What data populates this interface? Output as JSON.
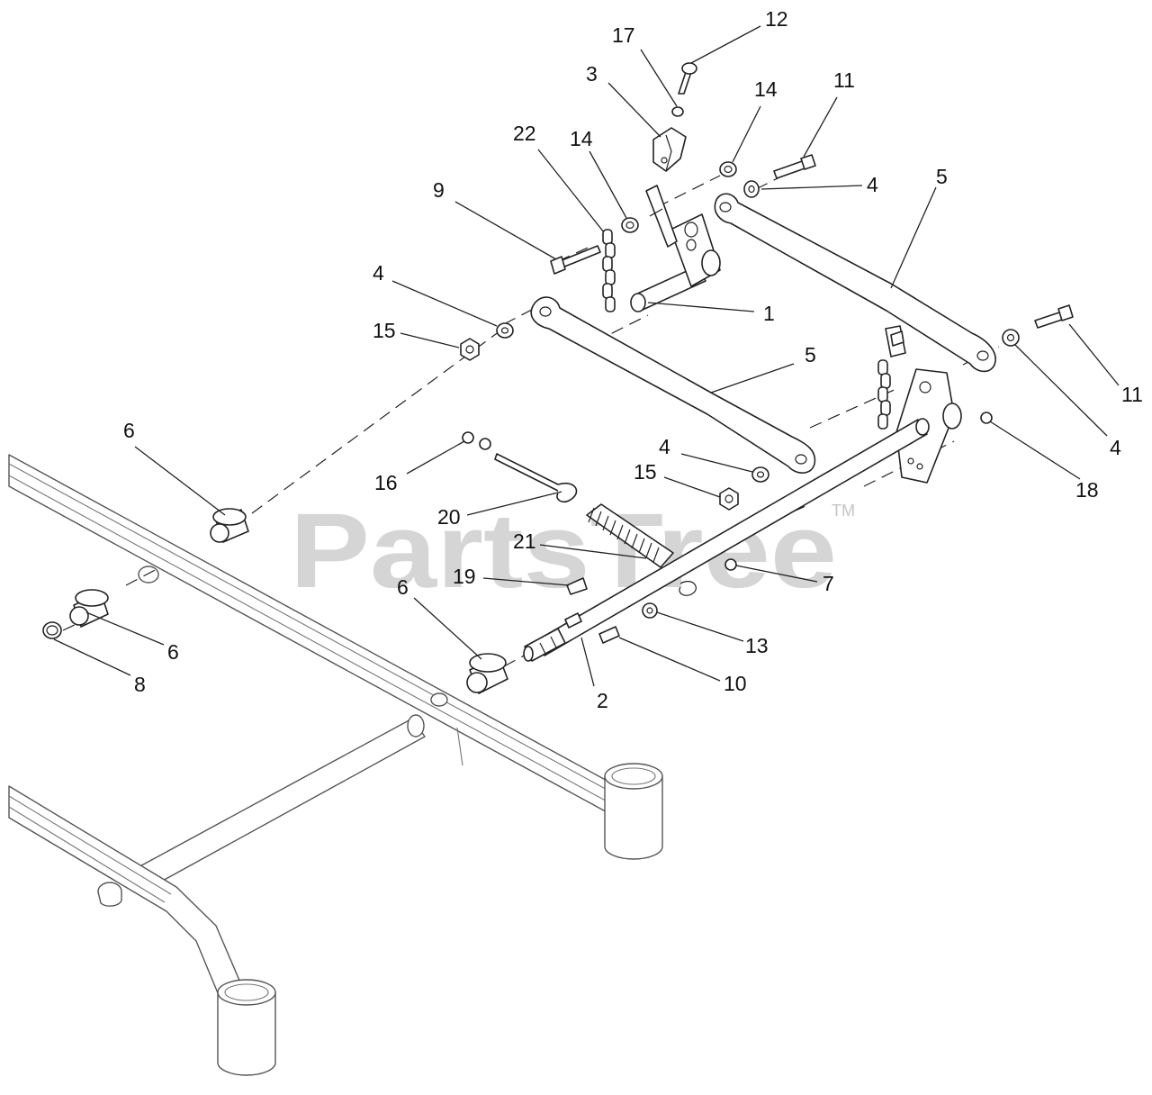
{
  "watermark": {
    "text": "PartsTree",
    "trademark": "TM"
  },
  "callouts": [
    {
      "id": "callout-1",
      "label": "1"
    },
    {
      "id": "callout-2",
      "label": "2"
    },
    {
      "id": "callout-3",
      "label": "3"
    },
    {
      "id": "callout-4-a",
      "label": "4"
    },
    {
      "id": "callout-4-b",
      "label": "4"
    },
    {
      "id": "callout-4-c",
      "label": "4"
    },
    {
      "id": "callout-4-d",
      "label": "4"
    },
    {
      "id": "callout-5-a",
      "label": "5"
    },
    {
      "id": "callout-5-b",
      "label": "5"
    },
    {
      "id": "callout-6-a",
      "label": "6"
    },
    {
      "id": "callout-6-b",
      "label": "6"
    },
    {
      "id": "callout-6-c",
      "label": "6"
    },
    {
      "id": "callout-7",
      "label": "7"
    },
    {
      "id": "callout-8",
      "label": "8"
    },
    {
      "id": "callout-9",
      "label": "9"
    },
    {
      "id": "callout-10",
      "label": "10"
    },
    {
      "id": "callout-11-a",
      "label": "11"
    },
    {
      "id": "callout-11-b",
      "label": "11"
    },
    {
      "id": "callout-12",
      "label": "12"
    },
    {
      "id": "callout-13",
      "label": "13"
    },
    {
      "id": "callout-14-a",
      "label": "14"
    },
    {
      "id": "callout-14-b",
      "label": "14"
    },
    {
      "id": "callout-15-a",
      "label": "15"
    },
    {
      "id": "callout-15-b",
      "label": "15"
    },
    {
      "id": "callout-16",
      "label": "16"
    },
    {
      "id": "callout-17",
      "label": "17"
    },
    {
      "id": "callout-18",
      "label": "18"
    },
    {
      "id": "callout-19",
      "label": "19"
    },
    {
      "id": "callout-20",
      "label": "20"
    },
    {
      "id": "callout-21",
      "label": "21"
    },
    {
      "id": "callout-22",
      "label": "22"
    }
  ]
}
